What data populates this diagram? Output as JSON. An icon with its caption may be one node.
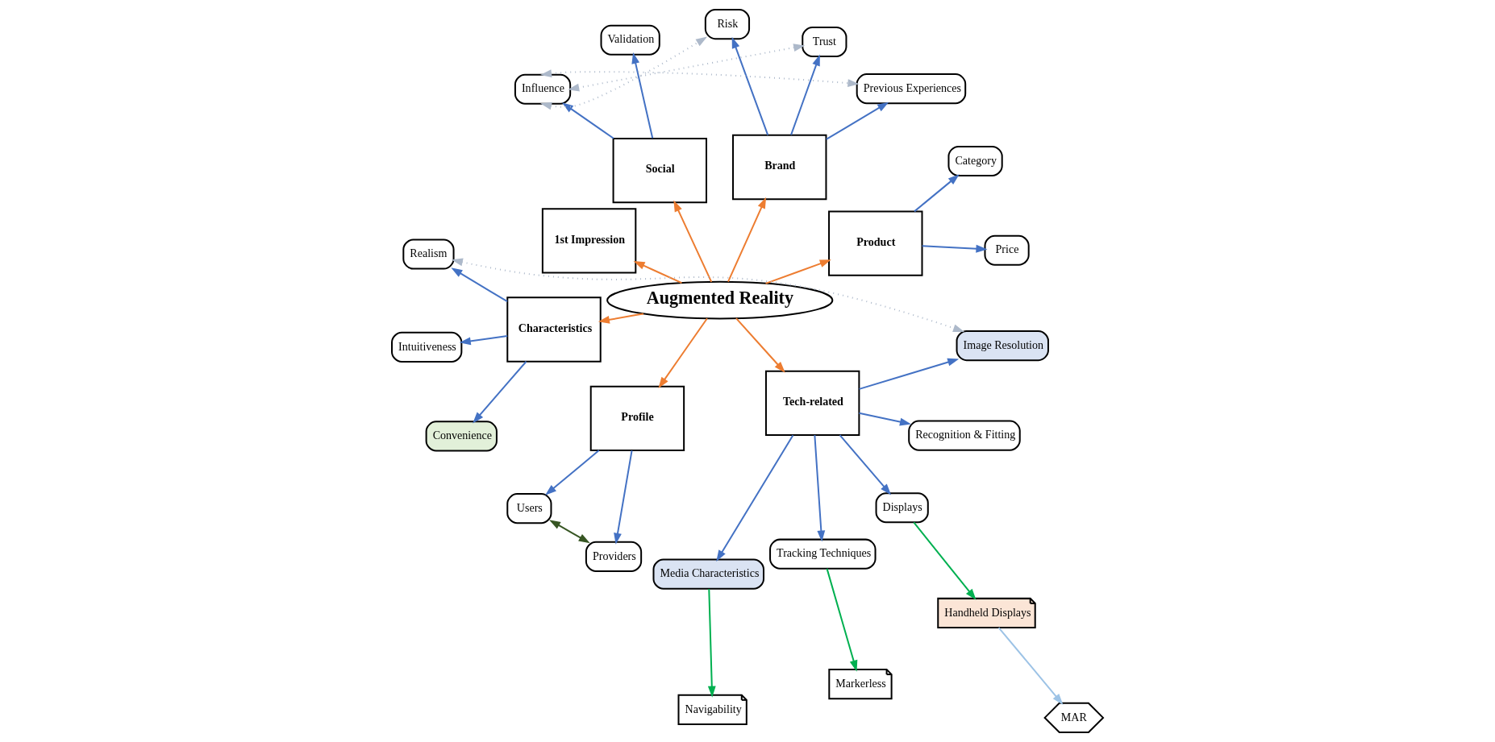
{
  "diagram": {
    "nodes": [
      {
        "text": [
          "Augmented Reality"
        ]
      },
      {
        "text": [
          "Product"
        ]
      },
      {
        "text": [
          "Price"
        ]
      },
      {
        "text": [
          "Category"
        ]
      },
      {
        "text": [
          "Brand"
        ]
      },
      {
        "text": [
          "Previous Experiences"
        ]
      },
      {
        "text": [
          "Trust"
        ]
      },
      {
        "text": [
          "Risk"
        ]
      },
      {
        "text": [
          "Social"
        ]
      },
      {
        "text": [
          "Validation"
        ]
      },
      {
        "text": [
          "Influence"
        ]
      },
      {
        "text": [
          "1st Impression"
        ]
      },
      {
        "text": [
          "Characteristics"
        ]
      },
      {
        "text": [
          "Realism"
        ]
      },
      {
        "text": [
          "Intuitiveness"
        ]
      },
      {
        "text": [
          "Convenience"
        ]
      },
      {
        "text": [
          "Profile"
        ]
      },
      {
        "text": [
          "Users"
        ]
      },
      {
        "text": [
          "Providers"
        ]
      },
      {
        "text": [
          "Tech-related"
        ]
      },
      {
        "text": [
          "Media Characteristics"
        ]
      },
      {
        "text": [
          "Tracking Techniques"
        ]
      },
      {
        "text": [
          "Displays"
        ]
      },
      {
        "text": [
          "Recognition & Fitting"
        ]
      },
      {
        "text": [
          "Image Resolution"
        ]
      },
      {
        "text": [
          "Navigability"
        ]
      },
      {
        "text": [
          "Markerless"
        ]
      },
      {
        "text": [
          "Handheld Displays"
        ]
      },
      {
        "text": [
          "MAR"
        ]
      }
    ],
    "edges": [
      {
        "from": 0,
        "to": 1,
        "arrow": "to",
        "color": "#ed7d31"
      },
      {
        "from": 0,
        "to": 4,
        "arrow": "to",
        "color": "#ed7d31"
      },
      {
        "from": 0,
        "to": 8,
        "arrow": "to",
        "color": "#ed7d31"
      },
      {
        "from": 0,
        "to": 11,
        "arrow": "to",
        "color": "#ed7d31"
      },
      {
        "from": 0,
        "to": 12,
        "arrow": "to",
        "color": "#ed7d31"
      },
      {
        "from": 0,
        "to": 16,
        "arrow": "to",
        "color": "#ed7d31"
      },
      {
        "from": 0,
        "to": 19,
        "arrow": "to",
        "color": "#ed7d31"
      },
      {
        "from": 1,
        "to": 2,
        "arrow": "to"
      },
      {
        "from": 1,
        "to": 3,
        "arrow": "to"
      },
      {
        "from": 4,
        "to": 5,
        "arrow": "to"
      },
      {
        "from": 4,
        "to": 6,
        "arrow": "to"
      },
      {
        "from": 4,
        "to": 7,
        "arrow": "to"
      },
      {
        "from": 8,
        "to": 9,
        "arrow": "to"
      },
      {
        "from": 8,
        "to": 10,
        "arrow": "to"
      },
      {
        "from": 12,
        "to": 13,
        "arrow": "to"
      },
      {
        "from": 12,
        "to": 14,
        "arrow": "to"
      },
      {
        "from": 12,
        "to": 15,
        "arrow": "to"
      },
      {
        "from": 16,
        "to": 17,
        "arrow": "to"
      },
      {
        "from": 16,
        "to": 18,
        "arrow": "to"
      },
      {
        "from": 17,
        "to": 18,
        "arrow": "both",
        "color": "#375623"
      },
      {
        "from": 19,
        "to": 20,
        "arrow": "to"
      },
      {
        "from": 19,
        "to": 21,
        "arrow": "to"
      },
      {
        "from": 19,
        "to": 22,
        "arrow": "to"
      },
      {
        "from": 19,
        "to": 23,
        "arrow": "to"
      },
      {
        "from": 19,
        "to": 24,
        "arrow": "to"
      },
      {
        "from": 20,
        "to": 25,
        "arrow": "to",
        "color": "#00b050"
      },
      {
        "from": 21,
        "to": 26,
        "arrow": "to",
        "color": "#00b050"
      },
      {
        "from": 22,
        "to": 27,
        "arrow": "to",
        "color": "#00b050"
      },
      {
        "from": 27,
        "to": 28,
        "arrow": "to",
        "color": "#9dc3e6"
      },
      {
        "from": 10,
        "to": 5,
        "arrow": "both",
        "style": "dashed",
        "color": "#adb9ca"
      },
      {
        "from": 10,
        "to": 6,
        "arrow": "both",
        "style": "dashed",
        "color": "#adb9ca"
      },
      {
        "from": 10,
        "to": 7,
        "arrow": "both",
        "style": "dashed",
        "color": "#adb9ca"
      },
      {
        "from": 13,
        "to": 24,
        "arrow": "both",
        "style": "dashed",
        "color": "#adb9ca"
      }
    ]
  }
}
